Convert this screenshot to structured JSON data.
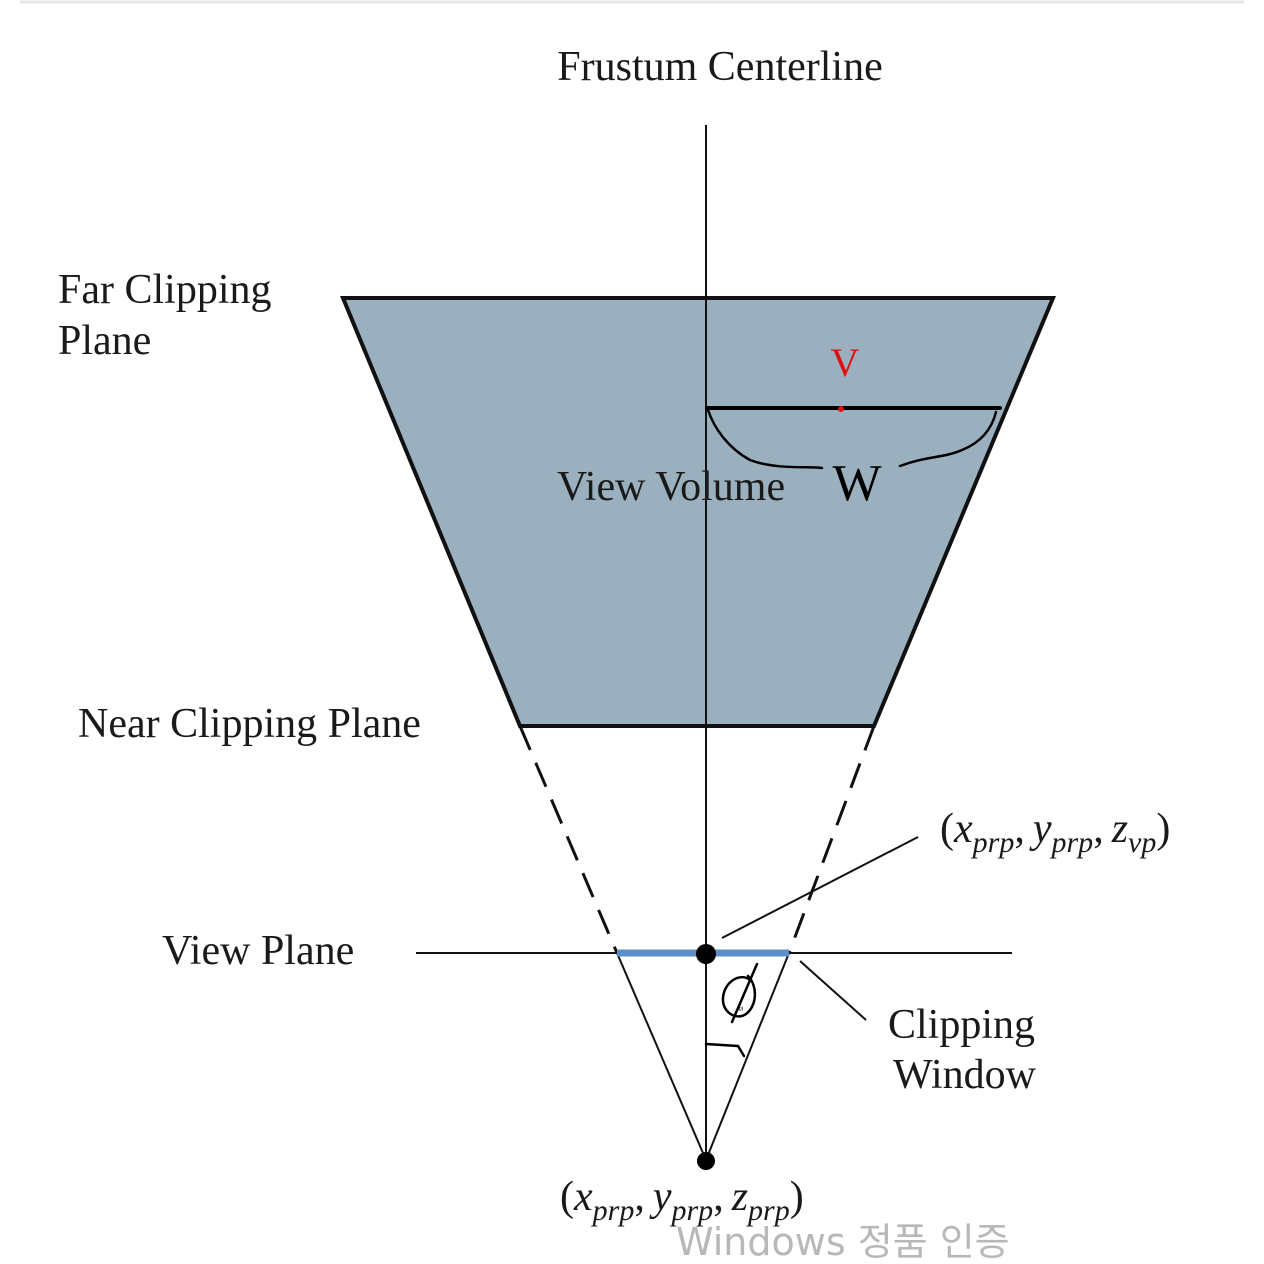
{
  "labels": {
    "frustum_centerline": "Frustum Centerline",
    "far_clipping_plane_line1": "Far Clipping",
    "far_clipping_plane_line2": "Plane",
    "view_volume": "View Volume",
    "near_clipping_plane": "Near Clipping Plane",
    "view_plane": "View Plane",
    "clipping_window_line1": "Clipping",
    "clipping_window_line2": "Window"
  },
  "points": {
    "view_plane_point": {
      "open": "(",
      "x": "x",
      "x_sub": "prp",
      "y": "y",
      "y_sub": "prp",
      "z": "z",
      "z_sub": "vp",
      "sep": ",",
      "close": ")"
    },
    "projection_reference_point": {
      "open": "(",
      "x": "x",
      "x_sub": "prp",
      "y": "y",
      "y_sub": "prp",
      "z": "z",
      "z_sub": "prp",
      "sep": ",",
      "close": ")"
    }
  },
  "annotations": {
    "red_mark": "V",
    "w_mark": "W",
    "phi_mark": "Ø"
  },
  "watermark": "Windows 정품 인증",
  "colors": {
    "frustum_fill": "#9bb0bf",
    "clipping_window": "#5b8fc9",
    "red_annotation": "#e01010",
    "line": "#111111"
  }
}
